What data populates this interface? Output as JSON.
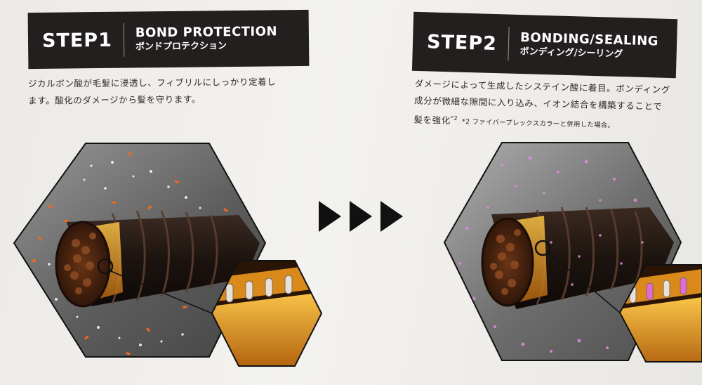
{
  "step1": {
    "number": "STEP1",
    "title_en": "BOND PROTECTION",
    "title_jp": "ボンドプロテクション",
    "description_line1": "ジカルボン酸が毛髪に浸透し、フィブリルにしっかり定着し",
    "description_line2": "ます。酸化のダメージから髪を守ります。"
  },
  "step2": {
    "number": "STEP2",
    "title_en": "BONDING/SEALING",
    "title_jp": "ボンディング/シーリング",
    "description_line1": "ダメージによって生成したシステイン酸に着目。ボンディング",
    "description_line2": "成分が微細な隙間に入り込み、イオン結合を構築することで",
    "description_line3": "髪を強化",
    "footnote_mark": "*2",
    "footnote": "*2 ファイバープレックスカラーと併用した場合。"
  },
  "colors": {
    "header_bg": "#231f1e",
    "text": "#2c2826",
    "particle_orange": "#f06a1e",
    "particle_pink": "#d88ad6",
    "hair_dark": "#2a1c16",
    "core_gold": "#e8a020"
  },
  "icons": {
    "arrows": "triple-right-triangle-icon"
  }
}
